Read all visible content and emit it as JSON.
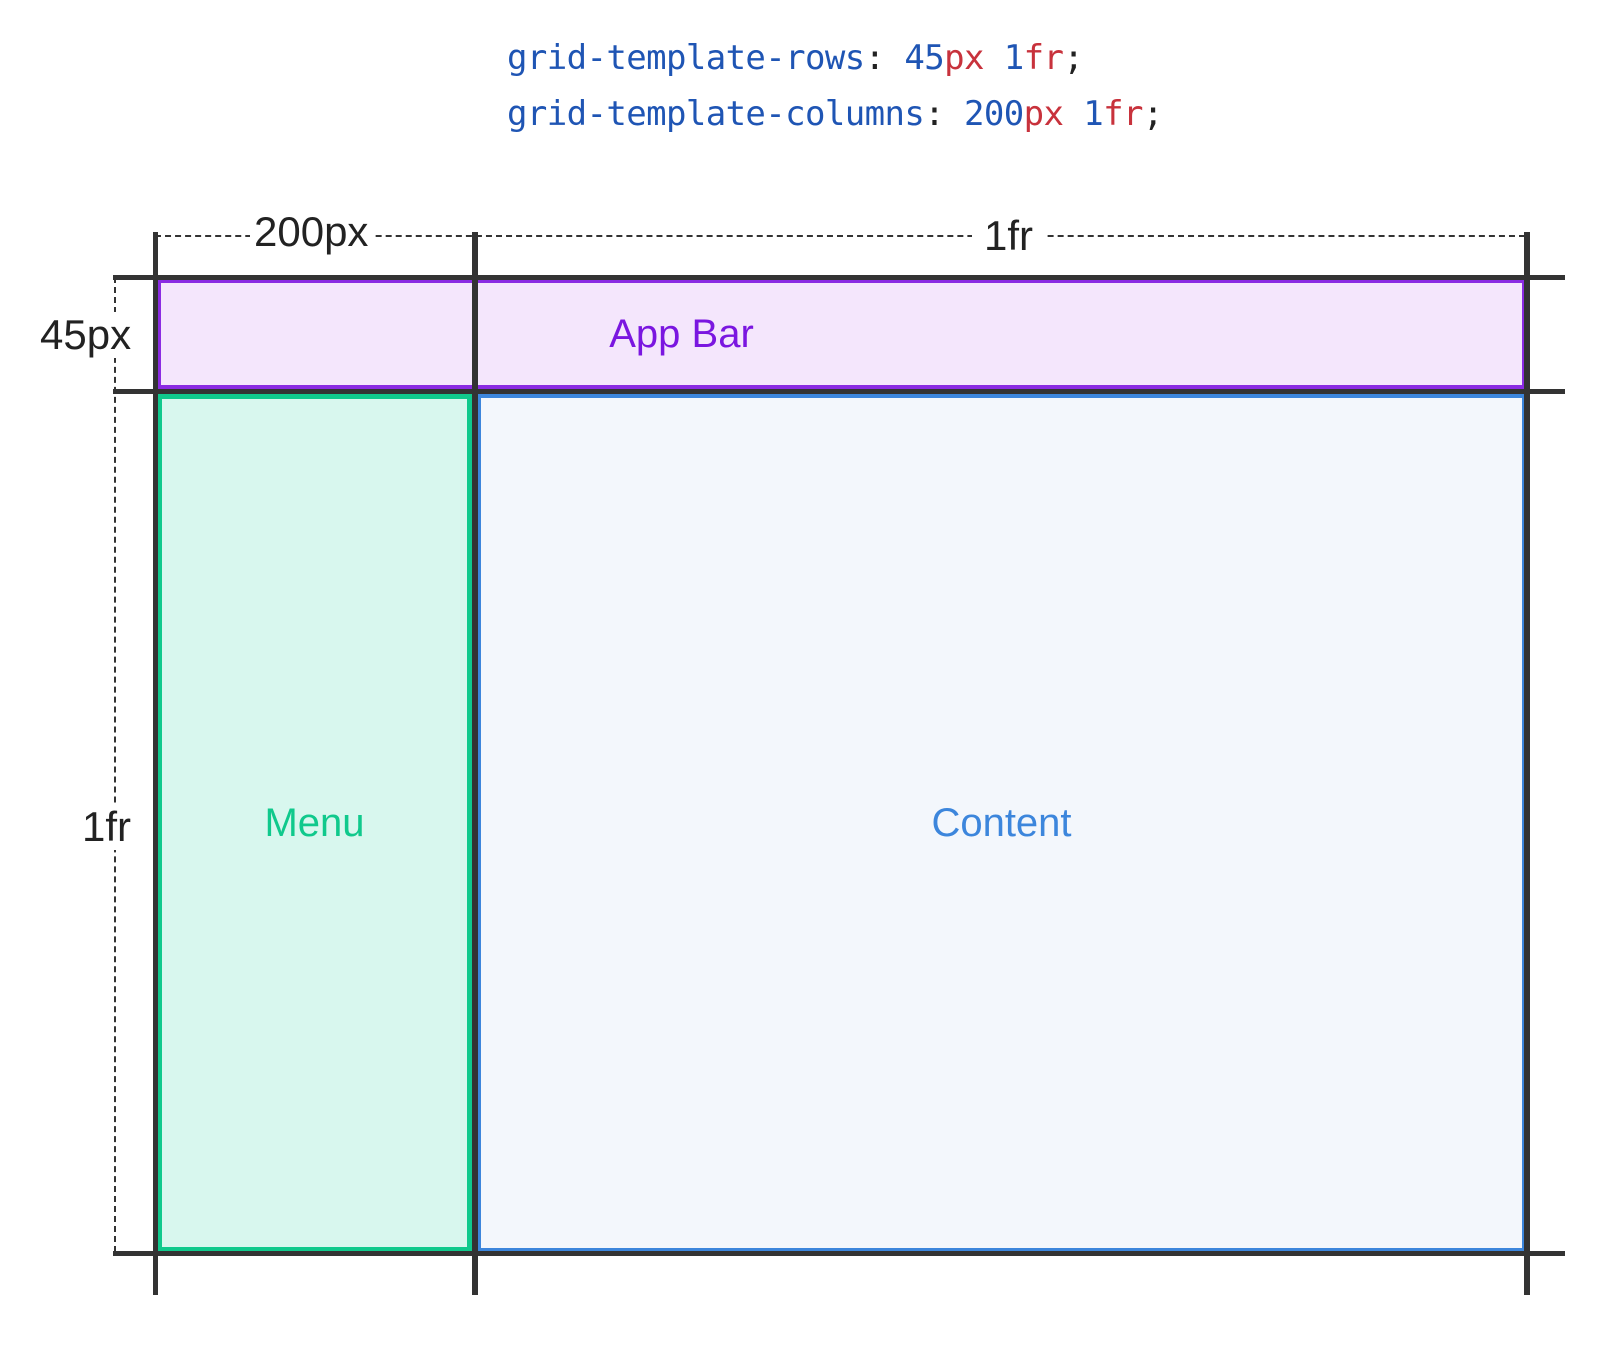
{
  "code": {
    "line1": {
      "property": "grid-template-rows",
      "colon": ":",
      "v1_num": "45",
      "v1_unit": "px",
      "v2_num": "1",
      "v2_unit": "fr",
      "semicolon": ";"
    },
    "line2": {
      "property": "grid-template-columns",
      "colon": ":",
      "v1_num": "200",
      "v1_unit": "px",
      "v2_num": "1",
      "v2_unit": "fr",
      "semicolon": ";"
    }
  },
  "dimensions": {
    "column1": "200px",
    "column2": "1fr",
    "row1": "45px",
    "row2": "1fr"
  },
  "cells": {
    "app_bar": "App Bar",
    "menu": "Menu",
    "content": "Content"
  },
  "colors": {
    "app_bar": "#8a2be2",
    "menu": "#10c98c",
    "content": "#3c86dc",
    "code_value": "#1f55b4",
    "code_unit": "#c8323c"
  }
}
